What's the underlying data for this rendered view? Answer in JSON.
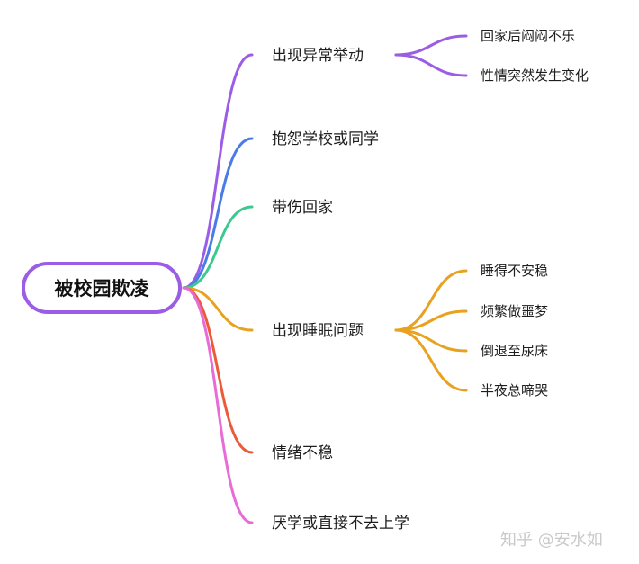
{
  "root": {
    "label": "被校园欺凌",
    "color": "#9b5de5"
  },
  "branches": [
    {
      "label": "出现异常举动",
      "color": "#9b5de5",
      "children": [
        "回家后闷闷不乐",
        "性情突然发生变化"
      ]
    },
    {
      "label": "抱怨学校或同学",
      "color": "#4b7be5",
      "children": []
    },
    {
      "label": "带伤回家",
      "color": "#3cc98f",
      "children": []
    },
    {
      "label": "出现睡眠问题",
      "color": "#e8a21f",
      "children": [
        "睡得不安稳",
        "频繁做噩梦",
        "倒退至尿床",
        "半夜总啼哭"
      ]
    },
    {
      "label": "情绪不稳",
      "color": "#ec5a3c",
      "children": []
    },
    {
      "label": "厌学或直接不去上学",
      "color": "#e86bd6",
      "children": []
    }
  ],
  "watermark": "知乎 @安水如"
}
